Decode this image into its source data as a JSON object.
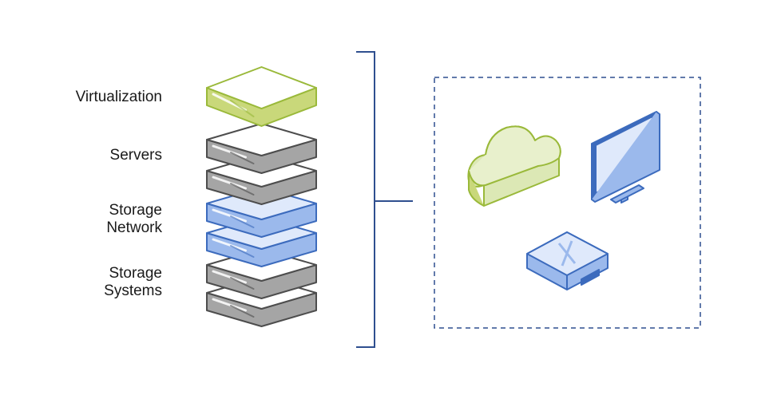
{
  "labels": {
    "virtualization": [
      "Virtualization"
    ],
    "servers": [
      "Servers"
    ],
    "storage_network": [
      "Storage",
      "Network"
    ],
    "storage_systems": [
      "Storage",
      "Systems"
    ]
  },
  "colors": {
    "green_stroke": "#9ab93a",
    "green_fill": "#c9d87a",
    "green_top": "#ffffff",
    "gray_stroke": "#4d4d4d",
    "gray_fill": "#a5a5a5",
    "blue_stroke": "#3c6bbd",
    "blue_fill": "#9bb9ec",
    "blue_top": "#dfe9fb",
    "bracket": "#2f4f8f",
    "dashed_box": "#2f4f8f",
    "cloud_stroke": "#9ab93a",
    "cloud_fill": "#dce8b5",
    "monitor_stroke": "#3c6bbd",
    "monitor_screen": "#dfe9fb"
  },
  "icons": [
    "cloud-icon",
    "monitor-icon",
    "appliance-icon"
  ]
}
